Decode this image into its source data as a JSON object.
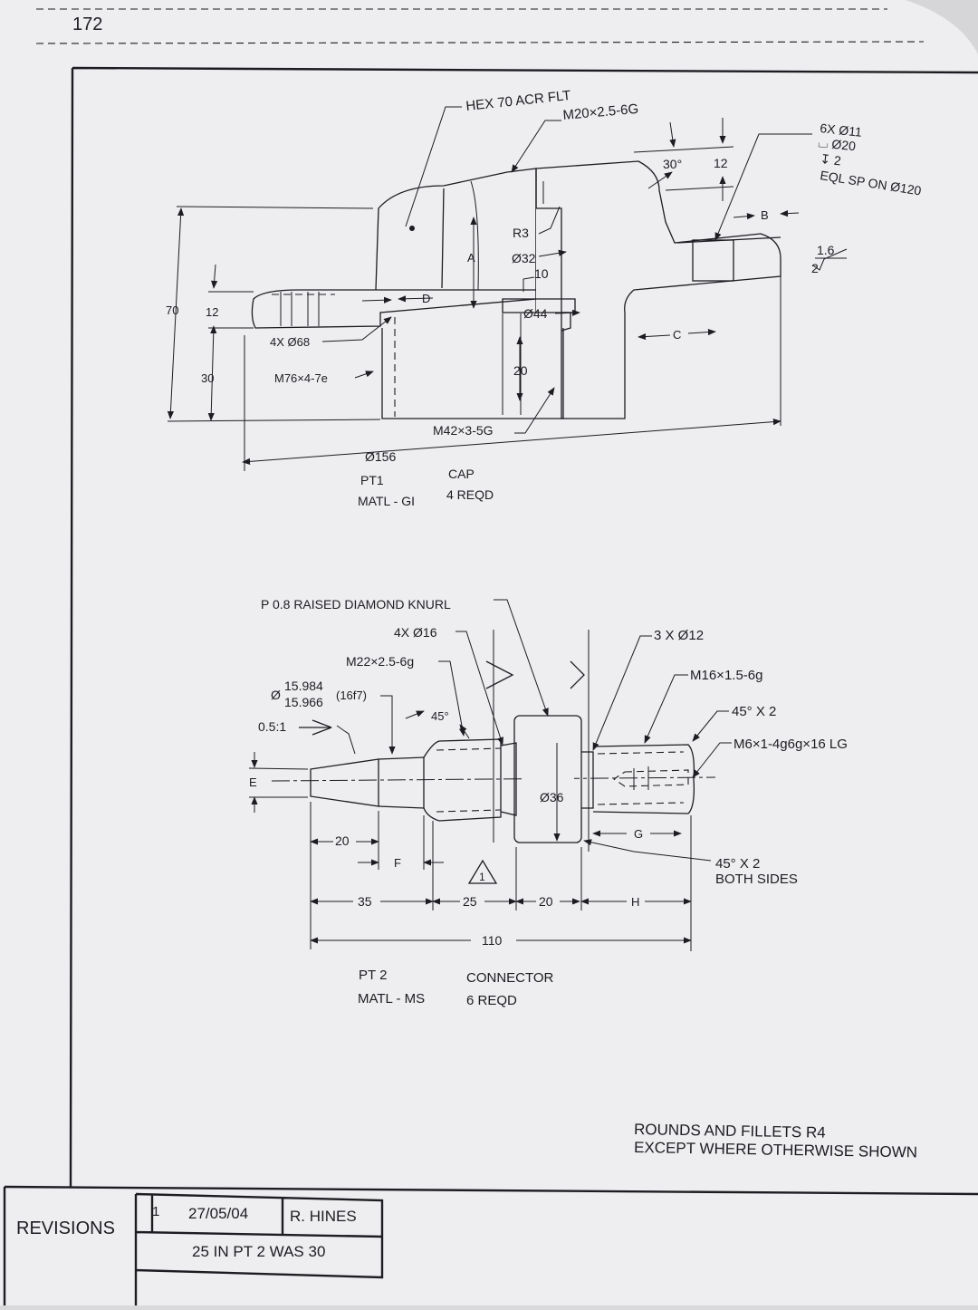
{
  "page": {
    "number": "172"
  },
  "part1": {
    "labels": {
      "hex": "HEX 70 ACR FLT",
      "thread_top": "M20×2.5-6G",
      "angle": "30°",
      "dim12_top": "12",
      "holes_line1": "6X  Ø11",
      "holes_line2": "⌴ Ø20",
      "holes_line3": "↧ 2",
      "holes_line4": "EQL SP ON Ø120",
      "B": "B",
      "finish": "1.6",
      "finish2": "2",
      "R3": "R3",
      "d32": "Ø32",
      "d10": "10",
      "A": "A",
      "d70": "70",
      "d12": "12",
      "D": "D",
      "d44": "Ø44",
      "C": "C",
      "d30": "30",
      "holes4x": "4X  Ø68",
      "m76": "M76×4-7e",
      "d20": "20",
      "m42": "M42×3-5G",
      "d156": "Ø156"
    },
    "caption": {
      "pt": "PT1",
      "name": "CAP",
      "matl": "MATL - GI",
      "qty": "4 REQD"
    }
  },
  "part2": {
    "labels": {
      "knurl": "P 0.8 RAISED DIAMOND KNURL",
      "holes4x": "4X  Ø16",
      "m22": "M22×2.5-6g",
      "tol_prefix": "Ø",
      "tol_hi": "15.984",
      "tol_lo": "15.966",
      "fit": "(16f7)",
      "taper": "0.5:1",
      "angle45": "45°",
      "holes3x": "3 X Ø12",
      "m16": "M16×1.5-6g",
      "chamfer": "45° X 2",
      "m6": "M6×1-4g6g×16 LG",
      "E": "E",
      "d36": "Ø36",
      "G": "G",
      "d20": "20",
      "F": "F",
      "rev_mark": "1",
      "chamfer_both1": "45° X 2",
      "chamfer_both2": "BOTH SIDES",
      "d35": "35",
      "d25": "25",
      "d20b": "20",
      "H": "H",
      "d110": "110"
    },
    "caption": {
      "pt": "PT 2",
      "name": "CONNECTOR",
      "matl": "MATL - MS",
      "qty": "6 REQD"
    }
  },
  "notes": {
    "line1": "ROUNDS AND FILLETS R4",
    "line2": "EXCEPT WHERE OTHERWISE SHOWN"
  },
  "revisions": {
    "title": "REVISIONS",
    "number": "1",
    "date": "27/05/04",
    "by": "R. HINES",
    "description": "25 IN PT 2 WAS 30"
  }
}
